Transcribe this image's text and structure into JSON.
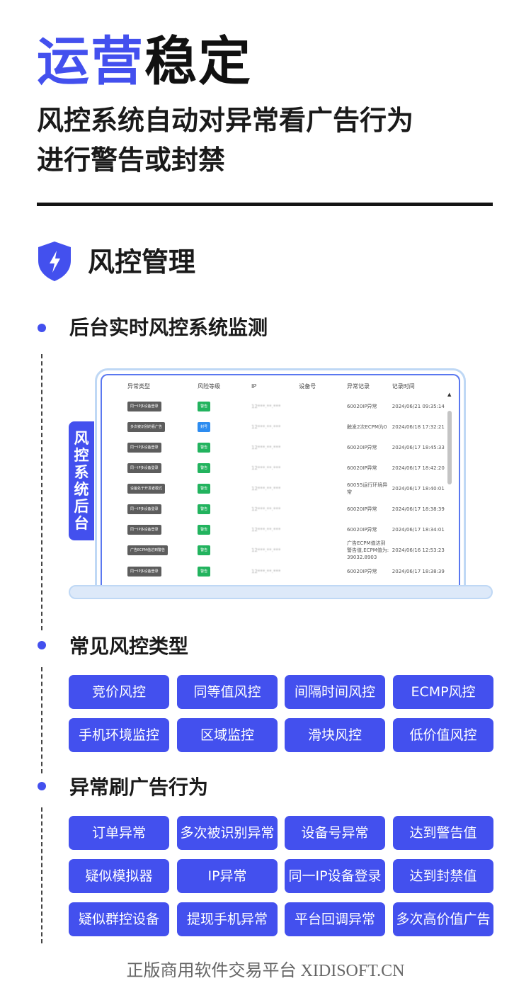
{
  "header": {
    "title_accent": "运营",
    "title_rest": "稳定",
    "subtitle_line1": "风控系统自动对异常看广告行为",
    "subtitle_line2": "进行警告或封禁"
  },
  "section": {
    "title": "风控管理",
    "icon": "shield-lightning-icon"
  },
  "monitor": {
    "heading": "后台实时风控系统监测",
    "side_label": [
      "风",
      "控",
      "系",
      "统",
      "后",
      "台"
    ],
    "columns": [
      "异常类型",
      "风险等级",
      "IP",
      "设备号",
      "异常记录",
      "记录时间"
    ],
    "rows": [
      {
        "type": "同一IP多设备登录",
        "level": "警告",
        "level_color": "green",
        "ip": "12***.**.***",
        "record": "60020IP异常",
        "time": "2024/06/21 09:35:14"
      },
      {
        "type": "多次被识别的看广告",
        "level": "封号",
        "level_color": "blue",
        "ip": "12***.**.***",
        "record": "触发2次ECPM为0",
        "time": "2024/06/18 17:32:21"
      },
      {
        "type": "同一IP多设备登录",
        "level": "警告",
        "level_color": "green",
        "ip": "12***.**.***",
        "record": "60020IP异常",
        "time": "2024/06/17 18:45:33"
      },
      {
        "type": "同一IP多设备登录",
        "level": "警告",
        "level_color": "green",
        "ip": "12***.**.***",
        "record": "60020IP异常",
        "time": "2024/06/17 18:42:20"
      },
      {
        "type": "设备处于开发者模式",
        "level": "警告",
        "level_color": "green",
        "ip": "12***.**.***",
        "record": "60055运行环境异常",
        "time": "2024/06/17 18:40:01"
      },
      {
        "type": "同一IP多设备登录",
        "level": "警告",
        "level_color": "green",
        "ip": "12***.**.***",
        "record": "60020IP异常",
        "time": "2024/06/17 18:38:39"
      },
      {
        "type": "同一IP多设备登录",
        "level": "警告",
        "level_color": "green",
        "ip": "12***.**.***",
        "record": "60020IP异常",
        "time": "2024/06/17 18:34:01"
      },
      {
        "type": "广告ECPM值达到警告",
        "level": "警告",
        "level_color": "green",
        "ip": "12***.**.***",
        "record": "广告ECPM值达到警告值,ECPM值为: 39032.8903",
        "time": "2024/06/16 12:53:23"
      },
      {
        "type": "同一IP多设备登录",
        "level": "警告",
        "level_color": "green",
        "ip": "12***.**.***",
        "record": "60020IP异常",
        "time": "2024/06/17 18:38:39"
      }
    ]
  },
  "common_types": {
    "heading": "常见风控类型",
    "items": [
      "竞价风控",
      "同等值风控",
      "间隔时间风控",
      "ECMP风控",
      "手机环境监控",
      "区域监控",
      "滑块风控",
      "低价值风控"
    ]
  },
  "abnormal": {
    "heading": "异常刷广告行为",
    "items": [
      "订单异常",
      "多次被识别异常",
      "设备号异常",
      "达到警告值",
      "疑似模拟器",
      "IP异常",
      "同一IP设备登录",
      "达到封禁值",
      "疑似群控设备",
      "提现手机异常",
      "平台回调异常",
      "多次高价值广告"
    ]
  },
  "footer": {
    "text": "正版商用软件交易平台 XIDISOFT.CN"
  },
  "colors": {
    "accent": "#4350ee",
    "warning_tag": "#22b35e",
    "ban_tag": "#2d8cf0"
  }
}
